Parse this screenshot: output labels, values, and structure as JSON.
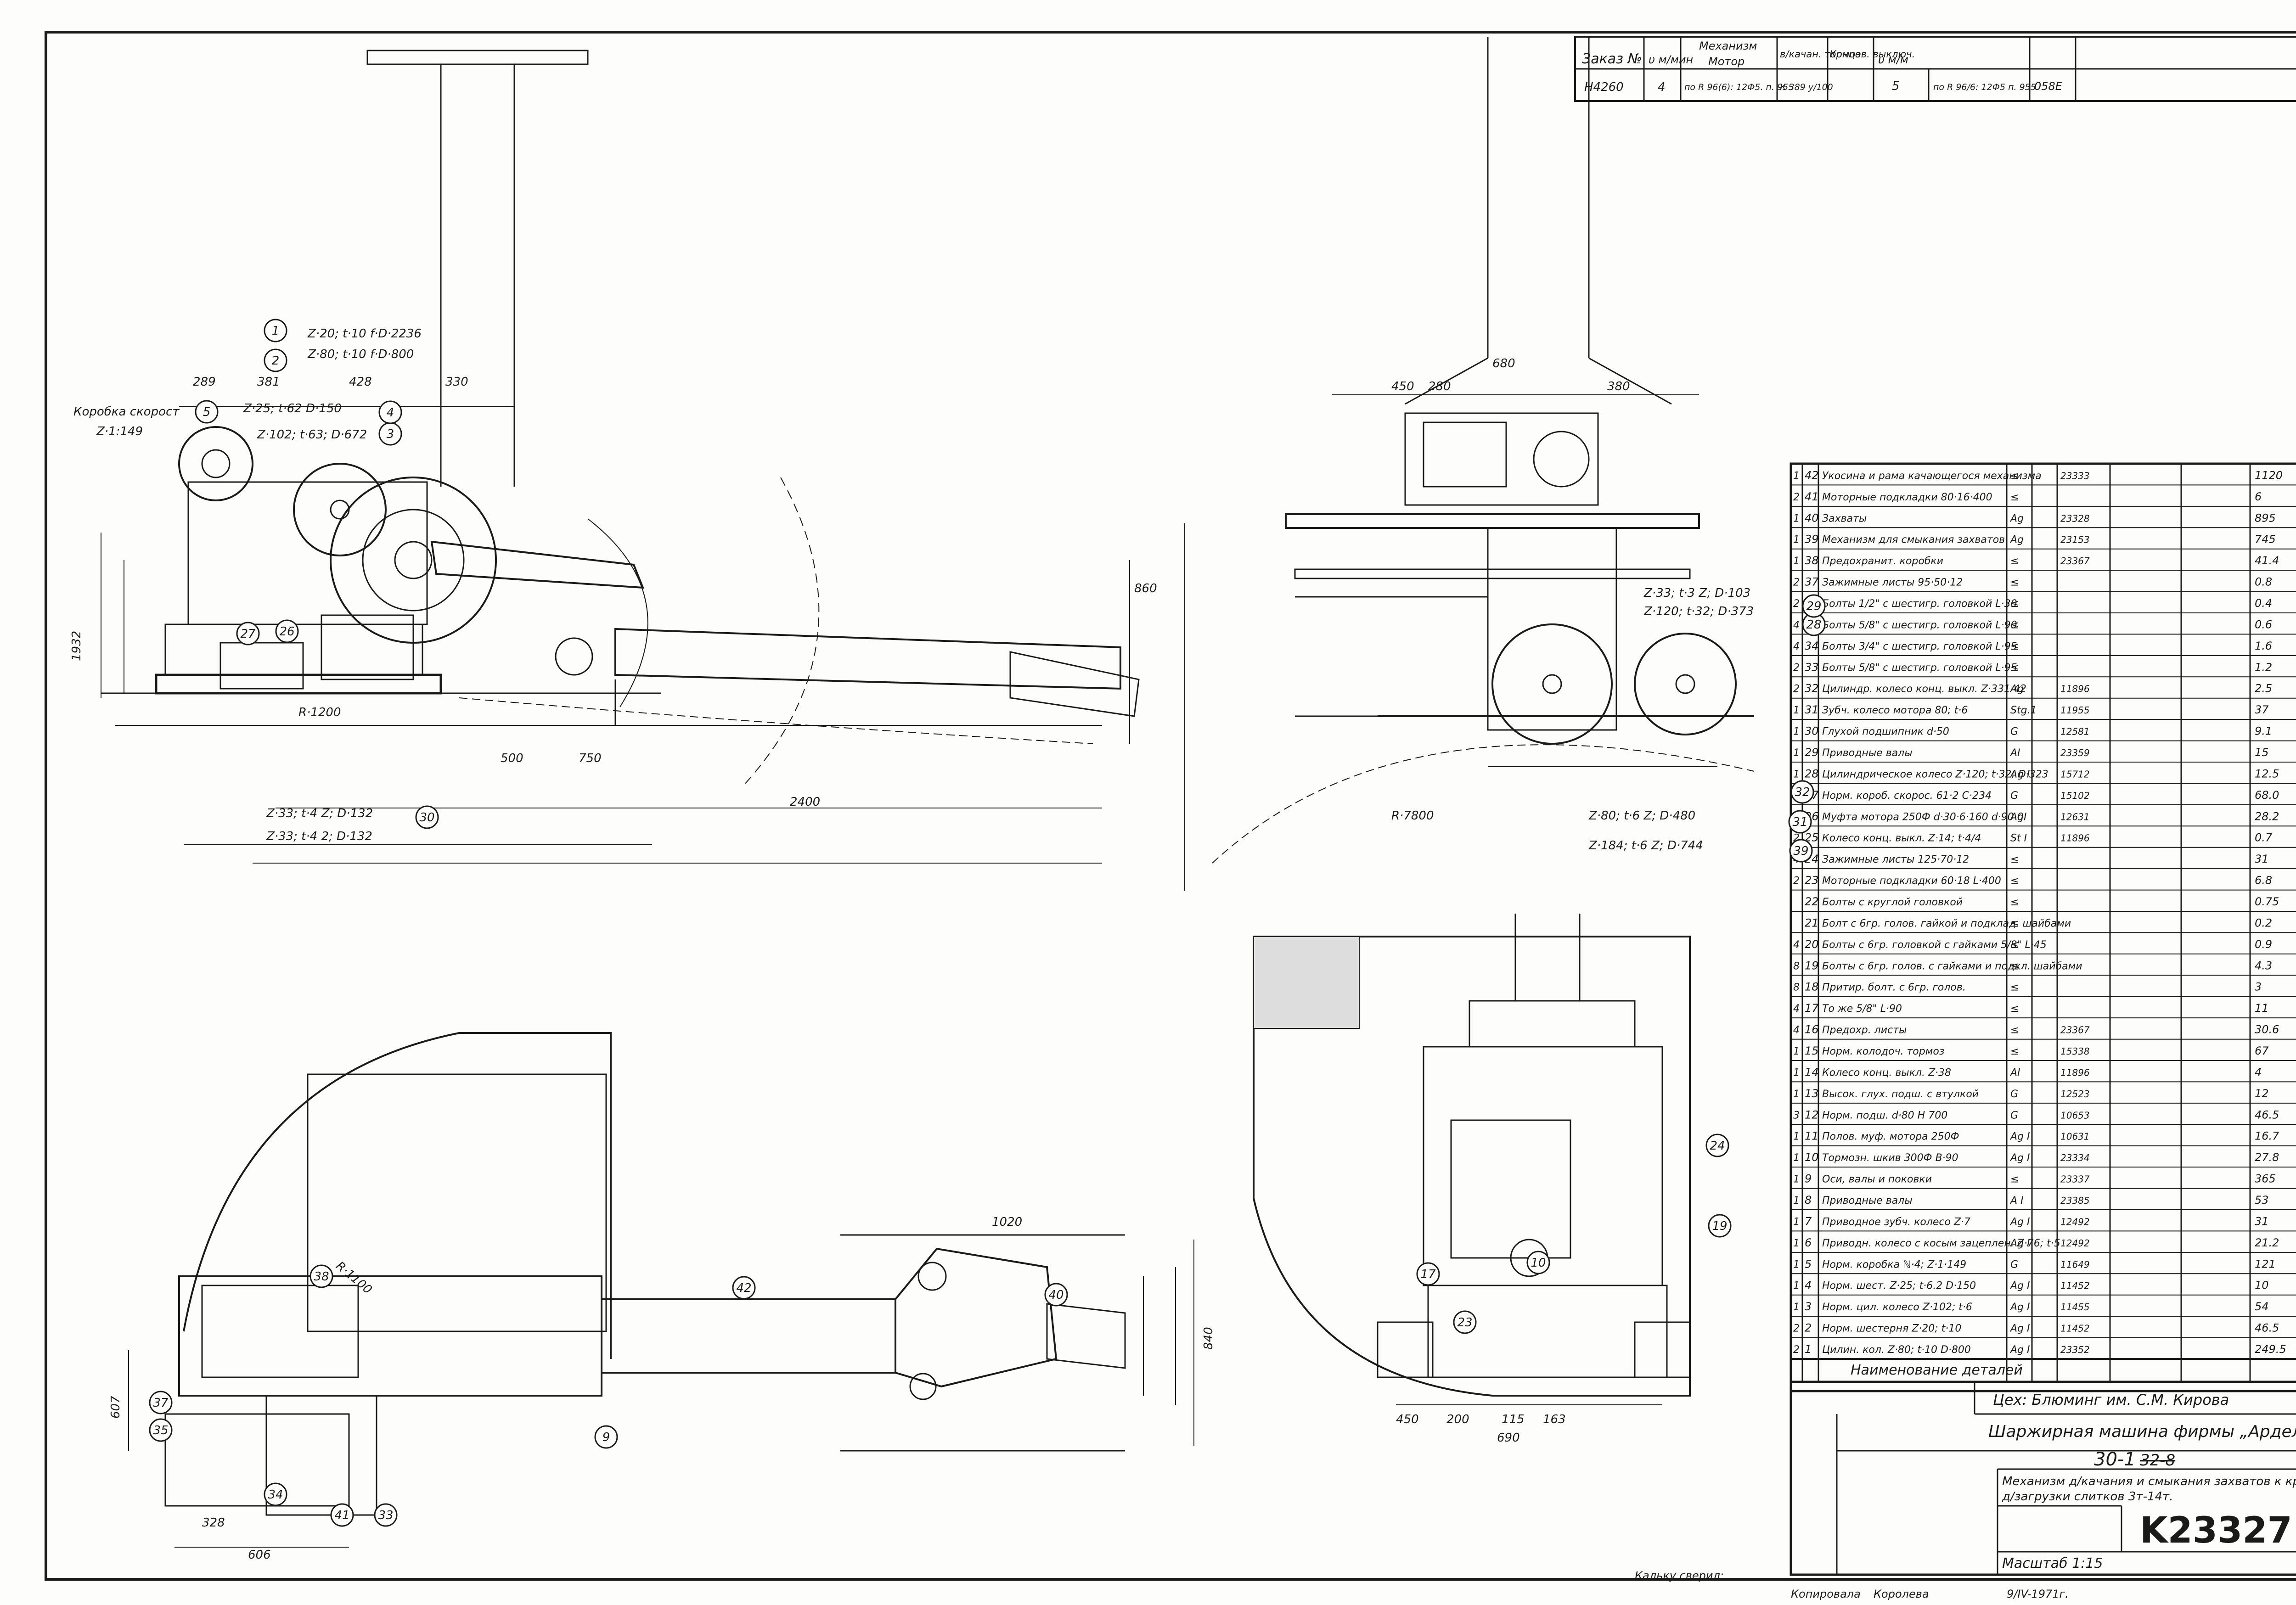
{
  "order_table": {
    "headers": [
      "Заказ №",
      "υ м/мин",
      "Механизм",
      "Мотор",
      "в/качан. тормоз",
      "Концев. выключ.",
      "υ м/м"
    ],
    "row": [
      "Н4260",
      "4",
      "по R 96(6): 12Ф5. п. 955",
      "К 389 у/100",
      "5",
      "по R 96/6: 12Ф5 п. 955",
      "058Е"
    ]
  },
  "parts": [
    {
      "pos": "1",
      "n": "42",
      "name": "Укосина и рама качающегося механизма",
      "mat": "≤",
      "ref": "23333",
      "m": "1120"
    },
    {
      "pos": "2",
      "n": "41",
      "name": "Моторные подкладки 80·16·400",
      "mat": "≤",
      "ref": "",
      "m": "6"
    },
    {
      "pos": "1",
      "n": "40",
      "name": "Захваты",
      "mat": "Ag",
      "ref": "23328",
      "m": "895"
    },
    {
      "pos": "1",
      "n": "39",
      "name": "Механизм для смыкания захватов",
      "mat": "Ag",
      "ref": "23153",
      "m": "745"
    },
    {
      "pos": "1",
      "n": "38",
      "name": "Предохранит. коробки",
      "mat": "≤",
      "ref": "23367",
      "m": "41.4"
    },
    {
      "pos": "2",
      "n": "37",
      "name": "Зажимные листы 95·50·12",
      "mat": "≤",
      "ref": "",
      "m": "0.8"
    },
    {
      "pos": "2",
      "n": "36",
      "name": "Болты 1/2\" с шестигр. головкой L·30",
      "mat": "≤",
      "ref": "",
      "m": "0.4"
    },
    {
      "pos": "4",
      "n": "35",
      "name": "Болты 5/8\" с шестигр. головкой L·90",
      "mat": "≤",
      "ref": "",
      "m": "0.6"
    },
    {
      "pos": "4",
      "n": "34",
      "name": "Болты 3/4\" с шестигр. головкой L·95",
      "mat": "≤",
      "ref": "",
      "m": "1.6"
    },
    {
      "pos": "2",
      "n": "33",
      "name": "Болты 5/8\" с шестигр. головкой L·95",
      "mat": "≤",
      "ref": "",
      "m": "1.2"
    },
    {
      "pos": "2",
      "n": "32",
      "name": "Цилиндр. колесо конц. выкл. Z·331·42",
      "mat": "Ag",
      "ref": "11896",
      "m": "2.5"
    },
    {
      "pos": "1",
      "n": "31",
      "name": "Зубч. колесо мотора 80; t·6",
      "mat": "Stg.1",
      "ref": "11955",
      "m": "37"
    },
    {
      "pos": "1",
      "n": "30",
      "name": "Глухой подшипник d·50",
      "mat": "G",
      "ref": "12581",
      "m": "9.1"
    },
    {
      "pos": "1",
      "n": "29",
      "name": "Приводные валы",
      "mat": "AI",
      "ref": "23359",
      "m": "15"
    },
    {
      "pos": "1",
      "n": "28",
      "name": "Цилиндрическое колесо Z·120; t·32; D·323",
      "mat": "Ag I",
      "ref": "15712",
      "m": "12.5"
    },
    {
      "pos": "1",
      "n": "27",
      "name": "Норм. короб. скорос. 61·2 C·234",
      "mat": "G",
      "ref": "15102",
      "m": "68.0"
    },
    {
      "pos": "1",
      "n": "26",
      "name": "Муфта мотора 250Ф d·30·6·160 d·90·0",
      "mat": "AgI",
      "ref": "12631",
      "m": "28.2"
    },
    {
      "pos": "2",
      "n": "25",
      "name": "Колесо конц. выкл. Z·14; t·4/4",
      "mat": "St I",
      "ref": "11896",
      "m": "0.7"
    },
    {
      "pos": "4",
      "n": "24",
      "name": "Зажимные листы 125·70·12",
      "mat": "≤",
      "ref": "",
      "m": "31"
    },
    {
      "pos": "2",
      "n": "23",
      "name": "Моторные подкладки 60·18 L·400",
      "mat": "≤",
      "ref": "",
      "m": "6.8"
    },
    {
      "pos": "",
      "n": "22",
      "name": "Болты с круглой головкой",
      "mat": "≤",
      "ref": "",
      "m": "0.75"
    },
    {
      "pos": "",
      "n": "21",
      "name": "Болт с 6гр. голов. гайкой и подклад. шайбами",
      "mat": "≤",
      "ref": "",
      "m": "0.2"
    },
    {
      "pos": "4",
      "n": "20",
      "name": "Болты с 6гр. головкой с гайками 5/8\" L·45",
      "mat": "≤",
      "ref": "",
      "m": "0.9"
    },
    {
      "pos": "8",
      "n": "19",
      "name": "Болты с 6гр. голов. с гайками и подкл. шайбами",
      "mat": "≤",
      "ref": "",
      "m": "4.3"
    },
    {
      "pos": "8",
      "n": "18",
      "name": "Притир. болт. с 6гр. голов.",
      "mat": "≤",
      "ref": "",
      "m": "3"
    },
    {
      "pos": "4",
      "n": "17",
      "name": "То же 5/8\" L·90",
      "mat": "≤",
      "ref": "",
      "m": "11"
    },
    {
      "pos": "4",
      "n": "16",
      "name": "Предохр. листы",
      "mat": "≤",
      "ref": "23367",
      "m": "30.6"
    },
    {
      "pos": "1",
      "n": "15",
      "name": "Норм. колодоч. тормоз",
      "mat": "≤",
      "ref": "15338",
      "m": "67"
    },
    {
      "pos": "1",
      "n": "14",
      "name": "Колесо конц. выкл. Z·38",
      "mat": "AI",
      "ref": "11896",
      "m": "4"
    },
    {
      "pos": "1",
      "n": "13",
      "name": "Высок. глух. подш. с втулкой",
      "mat": "G",
      "ref": "12523",
      "m": "12"
    },
    {
      "pos": "3",
      "n": "12",
      "name": "Норм. подш. d·80 H 700",
      "mat": "G",
      "ref": "10653",
      "m": "46.5"
    },
    {
      "pos": "1",
      "n": "11",
      "name": "Полов. муф. мотора 250Ф",
      "mat": "Ag I",
      "ref": "10631",
      "m": "16.7"
    },
    {
      "pos": "1",
      "n": "10",
      "name": "Тормозн. шкив 300Ф B·90",
      "mat": "Ag I",
      "ref": "23334",
      "m": "27.8"
    },
    {
      "pos": "1",
      "n": "9",
      "name": "Оси, валы и поковки",
      "mat": "≤",
      "ref": "23337",
      "m": "365"
    },
    {
      "pos": "1",
      "n": "8",
      "name": "Приводные валы",
      "mat": "A I",
      "ref": "23385",
      "m": "53"
    },
    {
      "pos": "1",
      "n": "7",
      "name": "Приводное зубч. колесо Z·7",
      "mat": "Ag I",
      "ref": "12492",
      "m": "31"
    },
    {
      "pos": "1",
      "n": "6",
      "name": "Приводн. колесо с косым зацеплен. Z·76; t·5",
      "mat": "Ag I",
      "ref": "12492",
      "m": "21.2"
    },
    {
      "pos": "1",
      "n": "5",
      "name": "Норм. коробка ℕ·4; Z·1·149",
      "mat": "G",
      "ref": "11649",
      "m": "121"
    },
    {
      "pos": "1",
      "n": "4",
      "name": "Норм. шест. Z·25; t·6.2 D·150",
      "mat": "Ag I",
      "ref": "11452",
      "m": "10"
    },
    {
      "pos": "1",
      "n": "3",
      "name": "Норм. цил. колесо Z·102; t·6",
      "mat": "Ag I",
      "ref": "11455",
      "m": "54"
    },
    {
      "pos": "2",
      "n": "2",
      "name": "Норм. шестерня Z·20; t·10",
      "mat": "Ag I",
      "ref": "11452",
      "m": "46.5"
    },
    {
      "pos": "2",
      "n": "1",
      "name": "Цилин. кол. Z·80; t·10 D·800",
      "mat": "Ag I",
      "ref": "23352",
      "m": "249.5"
    }
  ],
  "parts_footer": "Наименование деталей",
  "title_block": {
    "shop": "Цех: Блюминг им. С.М. Кирова",
    "machine": "Шаржирная машина фирмы „Арделы“",
    "code": "30-1",
    "code_struck": "32-8",
    "desc1": "Механизм д/качания и смыкания захватов к крану",
    "desc2": "д/загрузки слитков 3т-14т.",
    "sheet_number": "K23327",
    "scale": "Масштаб 1:15"
  },
  "footer": {
    "checked": "Кальку сверил:",
    "copied": "Копировала",
    "copier": "Королева",
    "date": "9/IV-1971г."
  },
  "gear_labels": {
    "g1": "Z·20; t·10 f·D·2236",
    "g2": "Z·80; t·10 f·D·800",
    "g3": "Z·102; t·63; D·672",
    "g4": "Z·25; t·62 D·150",
    "gearbox": "Коробка скорост",
    "gearbox_ratio": "Z·1:149",
    "g30a": "Z·33; t·4 Z; D·132",
    "g30b": "Z·33; t·4 2; D·132",
    "g28": "Z·33; t·3 Z; D·103",
    "g28b": "Z·120; t·32; D·373",
    "g31": "Z·80; t·6 Z; D·480",
    "g39": "Z·184; t·6 Z; D·744"
  },
  "dimensions": {
    "d289": "289",
    "d381": "381",
    "d428": "428",
    "d330": "330",
    "d1932": "1932",
    "d860": "860",
    "d500": "500",
    "d750": "750",
    "d2400": "2400",
    "r1200": "R·1200",
    "r7800": "R·7800",
    "d680": "680",
    "d450": "450",
    "d280": "280",
    "d380": "380",
    "d1020": "1020",
    "d840": "840",
    "d607": "607",
    "d606": "606",
    "d328": "328",
    "d115": "115",
    "r1100": "R·1100",
    "d200": "200",
    "d163": "163",
    "d690": "690"
  },
  "balloons": [
    "1",
    "2",
    "3",
    "4",
    "5",
    "27",
    "26",
    "30",
    "28",
    "29",
    "31",
    "32",
    "39",
    "42",
    "40",
    "37",
    "35",
    "38",
    "34",
    "41",
    "33",
    "9",
    "10",
    "17",
    "23",
    "24",
    "19"
  ]
}
